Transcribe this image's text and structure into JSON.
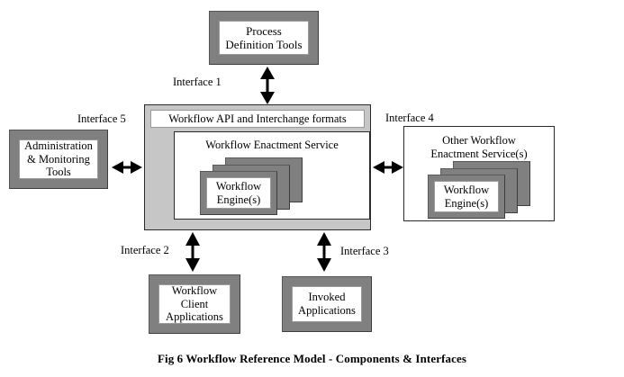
{
  "figure": {
    "caption": "Fig 6 Workflow Reference Model - Components & Interfaces"
  },
  "components": {
    "process_definition_tools": {
      "line1": "Process",
      "line2": "Definition Tools"
    },
    "admin_monitoring_tools": {
      "line1": "Administration",
      "line2": "& Monitoring",
      "line3": "Tools"
    },
    "workflow_api_container": {
      "api_label": "Workflow API and Interchange formats",
      "enactment_service_title": "Workflow Enactment Service",
      "engine_line1": "Workflow",
      "engine_line2": "Engine(s)"
    },
    "other_enactment_service": {
      "line1": "Other Workflow",
      "line2": "Enactment Service(s)",
      "engine_line1": "Workflow",
      "engine_line2": "Engine(s)"
    },
    "workflow_client_applications": {
      "line1": "Workflow",
      "line2": "Client",
      "line3": "Applications"
    },
    "invoked_applications": {
      "line1": "Invoked",
      "line2": "Applications"
    }
  },
  "interfaces": {
    "interface1": "Interface 1",
    "interface2": "Interface 2",
    "interface3": "Interface 3",
    "interface4": "Interface 4",
    "interface5": "Interface 5"
  },
  "colors": {
    "component_frame_gray": "#808080",
    "container_light_gray": "#c6c6c6",
    "panel_white": "#ffffff",
    "outline_dark": "#2b2b2b",
    "text_black": "#000000"
  }
}
